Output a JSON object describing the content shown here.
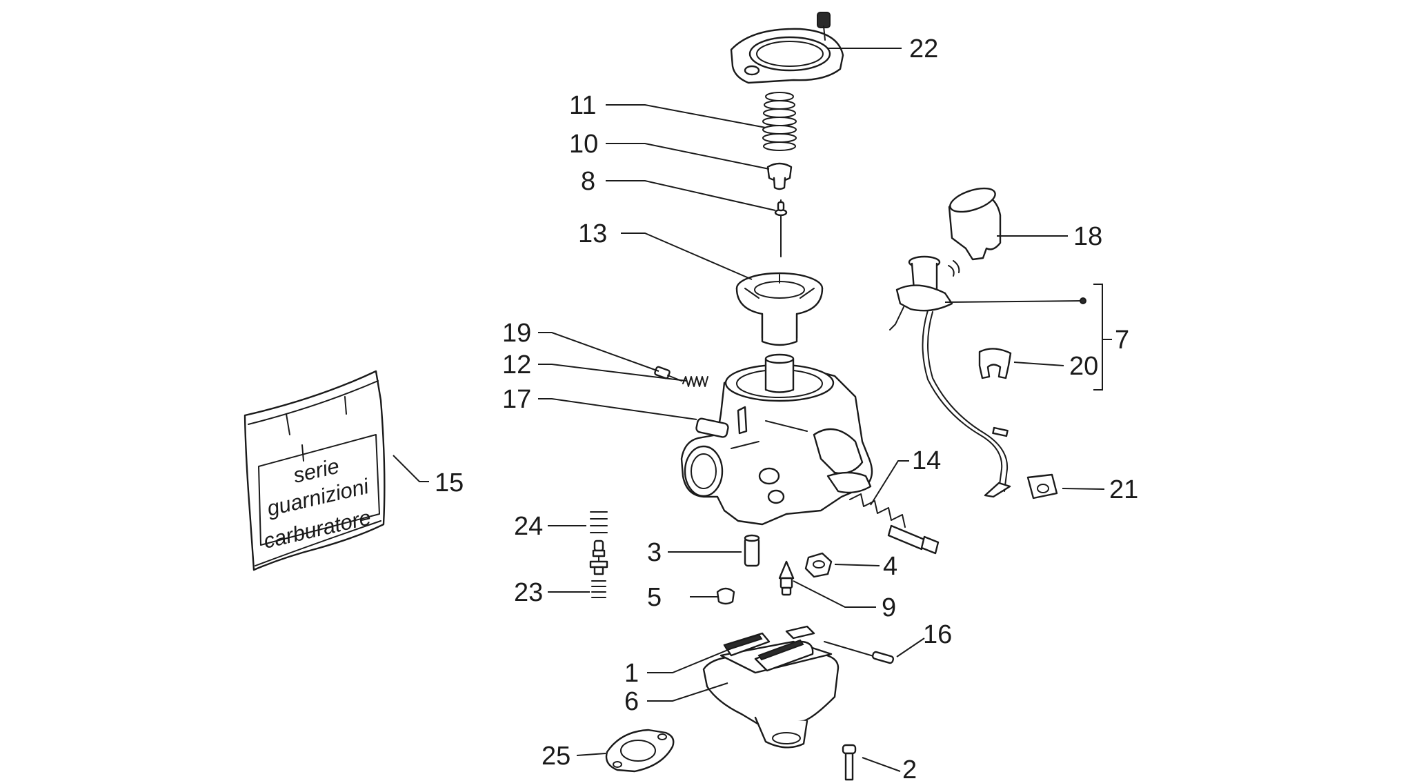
{
  "diagram": {
    "callouts": [
      {
        "id": "1",
        "text": "1"
      },
      {
        "id": "2",
        "text": "2"
      },
      {
        "id": "3",
        "text": "3"
      },
      {
        "id": "4",
        "text": "4"
      },
      {
        "id": "5",
        "text": "5"
      },
      {
        "id": "6",
        "text": "6"
      },
      {
        "id": "7",
        "text": "7"
      },
      {
        "id": "8",
        "text": "8"
      },
      {
        "id": "9",
        "text": "9"
      },
      {
        "id": "10",
        "text": "10"
      },
      {
        "id": "11",
        "text": "11"
      },
      {
        "id": "12",
        "text": "12"
      },
      {
        "id": "13",
        "text": "13"
      },
      {
        "id": "14",
        "text": "14"
      },
      {
        "id": "15",
        "text": "15"
      },
      {
        "id": "16",
        "text": "16"
      },
      {
        "id": "17",
        "text": "17"
      },
      {
        "id": "18",
        "text": "18"
      },
      {
        "id": "19",
        "text": "19"
      },
      {
        "id": "20",
        "text": "20"
      },
      {
        "id": "21",
        "text": "21"
      },
      {
        "id": "22",
        "text": "22"
      },
      {
        "id": "23",
        "text": "23"
      },
      {
        "id": "24",
        "text": "24"
      },
      {
        "id": "25",
        "text": "25"
      }
    ],
    "gasket_bag": {
      "line1": "serie",
      "line2": "guarnizioni",
      "line3": "carburatore"
    }
  }
}
